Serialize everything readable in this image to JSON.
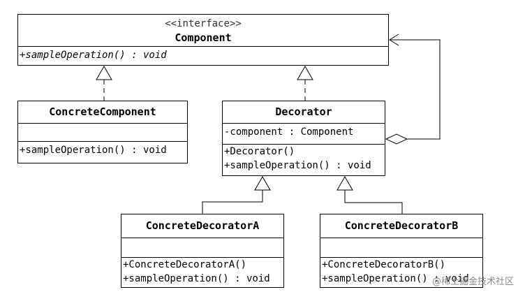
{
  "classes": {
    "component": {
      "stereotype": "<<interface>>",
      "name": "Component",
      "operations": [
        "+sampleOperation() : void"
      ]
    },
    "concrete_component": {
      "name": "ConcreteComponent",
      "operations": [
        "+sampleOperation() : void"
      ]
    },
    "decorator": {
      "name": "Decorator",
      "attributes": [
        "-component : Component"
      ],
      "operations": [
        "+Decorator()",
        "+sampleOperation() : void"
      ]
    },
    "concrete_decorator_a": {
      "name": "ConcreteDecoratorA",
      "operations": [
        "+ConcreteDecoratorA()",
        "+sampleOperation() : void"
      ]
    },
    "concrete_decorator_b": {
      "name": "ConcreteDecoratorB",
      "operations": [
        "+ConcreteDecoratorB()",
        "+sampleOperation() : void"
      ]
    }
  },
  "relations": [
    {
      "from": "ConcreteComponent",
      "to": "Component",
      "type": "realization"
    },
    {
      "from": "Decorator",
      "to": "Component",
      "type": "realization"
    },
    {
      "from": "Decorator",
      "to": "Component",
      "type": "aggregation"
    },
    {
      "from": "ConcreteDecoratorA",
      "to": "Decorator",
      "type": "generalization"
    },
    {
      "from": "ConcreteDecoratorB",
      "to": "Decorator",
      "type": "generalization"
    }
  ],
  "watermark": "@稀土掘金技术社区"
}
